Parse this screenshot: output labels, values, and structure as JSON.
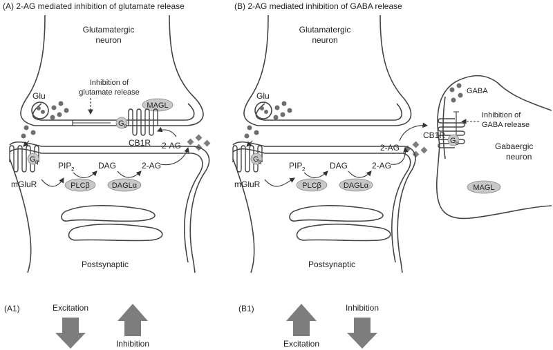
{
  "panel_a": {
    "title": "(A) 2-AG mediated inhibition of glutamate release",
    "presynaptic": "Glutamatergic",
    "presynaptic_2": "neuron",
    "glu": "Glu",
    "inhibition_1": "Inhibition of",
    "inhibition_2": "glutamate release",
    "magl": "MAGL",
    "gi": "G",
    "gi_sub": "o",
    "cb1r": "CB1R",
    "two_ag_free": "2-AG",
    "mglur": "mGluR",
    "gq": "G",
    "gq_sub": "q",
    "pip2": "PIP",
    "pip2_sub": "2",
    "dag": "DAG",
    "two_ag": "2-AG",
    "plcb": "PLCβ",
    "dagla": "DAGLα",
    "postsynaptic": "Postsynaptic",
    "sub_label": "(A1)",
    "excitation": "Excitation",
    "inhibition": "Inhibition"
  },
  "panel_b": {
    "title": "(B) 2-AG mediated inhibition of GABA release",
    "presynaptic": "Glutamatergic",
    "presynaptic_2": "neuron",
    "glu": "Glu",
    "gaba": "GABA",
    "inhibition_1": "Inhibition of",
    "inhibition_2": "GABA release",
    "cb1r": "CB1R",
    "two_ag_free": "2-AG",
    "gi": "G",
    "gi_sub": "o",
    "gabaergic_1": "Gabaergic",
    "gabaergic_2": "neuron",
    "magl": "MAGL",
    "mglur": "mGluR",
    "gq": "G",
    "gq_sub": "q",
    "pip2": "PIP",
    "pip2_sub": "2",
    "dag": "DAG",
    "two_ag": "2-AG",
    "plcb": "PLCβ",
    "dagla": "DAGLα",
    "postsynaptic": "Postsynaptic",
    "sub_label": "(B1)",
    "excitation": "Excitation",
    "inhibition": "Inhibition"
  }
}
